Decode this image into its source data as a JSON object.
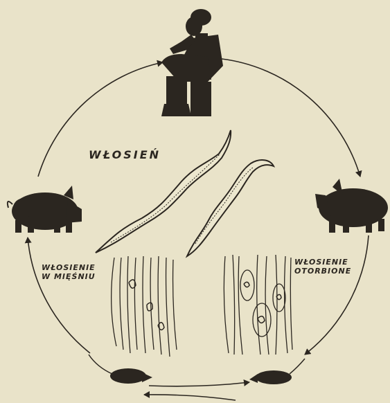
{
  "labels": {
    "title": "WŁOSIEŃ",
    "muscle_line1": "WŁOSIENIE",
    "muscle_line2": "W MIĘŚNIU",
    "encysted_line1": "WŁOSIENIE",
    "encysted_line2": "OTORBIONE"
  },
  "icons": [
    "man-eating-icon",
    "pig-icon",
    "rat-icon",
    "worm-icon",
    "muscle-tissue-icon"
  ],
  "colors": {
    "background": "#e9e3c9",
    "ink": "#2b2620",
    "tint": "#ece7ce"
  }
}
